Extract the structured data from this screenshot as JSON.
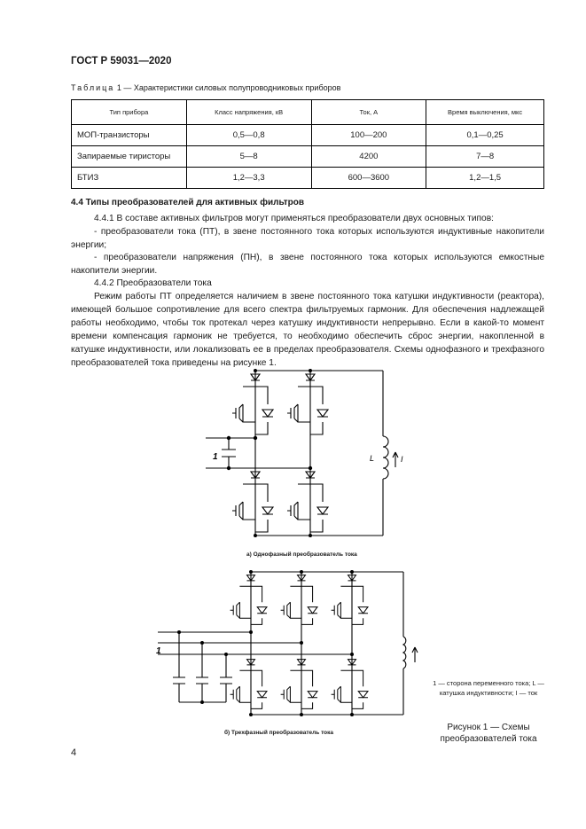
{
  "header": {
    "doc_id": "ГОСТ Р 59031—2020"
  },
  "table": {
    "caption_prefix": "Таблица",
    "caption_text": "1 — Характеристики силовых полупроводниковых приборов",
    "columns": [
      "Тип прибора",
      "Класс напряжения, кВ",
      "Ток, А",
      "Время выключения, мкс"
    ],
    "rows": [
      [
        "МОП-транзисторы",
        "0,5—0,8",
        "100—200",
        "0,1—0,25"
      ],
      [
        "Запираемые тиристоры",
        "5—8",
        "4200",
        "7—8"
      ],
      [
        "БТИЗ",
        "1,2—3,3",
        "600—3600",
        "1,2—1,5"
      ]
    ]
  },
  "section": {
    "title": "4.4 Типы преобразователей для активных фильтров"
  },
  "paragraphs": {
    "p1": "4.4.1 В составе активных фильтров могут применяться преобразователи двух основных типов:",
    "p2": "- преобразователи тока (ПТ), в звене постоянного тока которых используются индуктивные накопители энергии;",
    "p3": "- преобразователи напряжения (ПН), в звене постоянного тока которых используются емкостные накопители энергии.",
    "p4": "4.4.2 Преобразователи тока",
    "p5": "Режим работы ПТ определяется наличием в звене постоянного тока катушки индуктивности (реактора), имеющей большое сопротивление для всего спектра фильтруемых гармоник. Для обеспечения надлежащей работы необходимо, чтобы ток протекал через катушку индуктивности непрерывно. Если в какой-то момент времени компенсация гармоник не требуется, то необходимо обеспечить сброс энергии, накопленной в катушке индуктивности, или локализовать ее в пределах преобразователя. Схемы однофазного и трехфазного преобразователей тока приведены на рисунке 1."
  },
  "figure": {
    "caption_a": "а) Однофазный преобразователь тока",
    "caption_b": "б) Трехфазный преобразователь тока",
    "label_1": "1",
    "label_L": "L",
    "label_I": "I",
    "legend": "1 — сторона переменного тока; L — катушка индуктивности; I — ток",
    "title": "Рисунок 1 — Схемы преобразователей тока"
  },
  "page_number": "4"
}
